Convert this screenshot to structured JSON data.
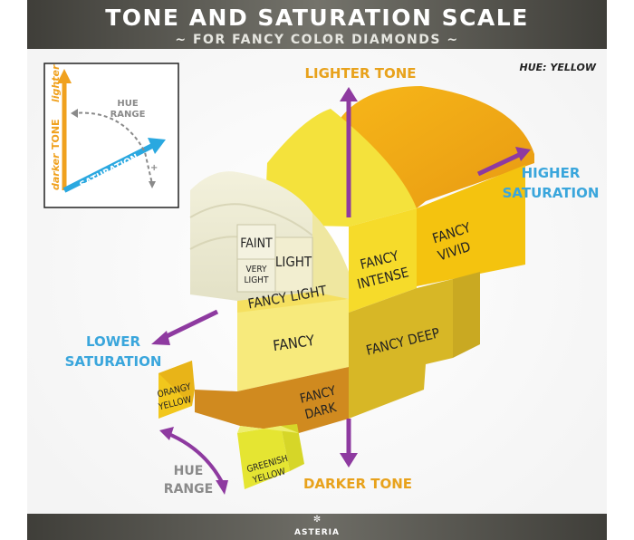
{
  "header": {
    "title": "TONE AND SATURATION SCALE",
    "subtitle": "~ FOR FANCY COLOR DIAMONDS ~"
  },
  "hue_label": "HUE: YELLOW",
  "axes": {
    "lighter_tone": "LIGHTER TONE",
    "darker_tone": "DARKER TONE",
    "higher_saturation_1": "HIGHER",
    "higher_saturation_2": "SATURATION",
    "lower_saturation_1": "LOWER",
    "lower_saturation_2": "SATURATION",
    "hue_range_1": "HUE",
    "hue_range_2": "RANGE"
  },
  "inset": {
    "lighter": "lighter",
    "tone": "TONE",
    "darker": "darker",
    "saturation": "SATURATION",
    "hue_range_1": "HUE",
    "hue_range_2": "RANGE"
  },
  "grades": {
    "faint": "FAINT",
    "very_light_1": "VERY",
    "very_light_2": "LIGHT",
    "light": "LIGHT",
    "fancy_light": "FANCY LIGHT",
    "fancy": "FANCY",
    "fancy_intense_1": "FANCY",
    "fancy_intense_2": "INTENSE",
    "fancy_vivid_1": "FANCY",
    "fancy_vivid_2": "VIVID",
    "fancy_deep": "FANCY DEEP",
    "fancy_dark_1": "FANCY",
    "fancy_dark_2": "DARK",
    "orangy_yellow_1": "ORANGY",
    "orangy_yellow_2": "YELLOW",
    "greenish_yellow_1": "GREENISH",
    "greenish_yellow_2": "YELLOW"
  },
  "footer": {
    "brand": "ASTERIA"
  },
  "colors": {
    "header_bg": "#62615a",
    "header_text": "#ffffff",
    "arrow_purple": "#8e3aa0",
    "arrow_cyan": "#2aa8e0",
    "label_orange": "#e8a21c",
    "label_blue": "#3aa6dc",
    "vivid": "#f4c30f",
    "intense": "#f6db2a",
    "fancy": "#f7ea7c",
    "deep": "#d7b726",
    "dark": "#d08a1f",
    "orangy": "#f2c71c",
    "greenish": "#e5e532"
  }
}
